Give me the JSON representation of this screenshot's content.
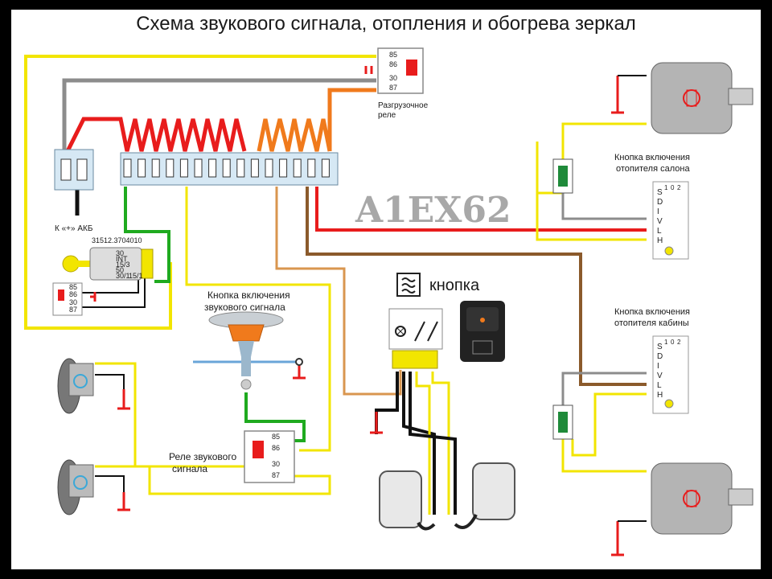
{
  "title": "Схема звукового сигнала, отопления и обогрева зеркал",
  "watermark": "A1EX62",
  "labels": {
    "unload_relay": [
      "Разгрузочное",
      "реле"
    ],
    "battery": "К «+» АКБ",
    "ignition_switch_code": "31512.3704010",
    "horn_button": [
      "Кнопка включения",
      "звукового сигнала"
    ],
    "horn_relay": [
      "Реле звукового",
      "сигнала"
    ],
    "button_word": "кнопка",
    "salon_heater_button": [
      "Кнопка включения",
      "отопителя салона"
    ],
    "cabin_heater_button": [
      "Кнопка включения",
      "отопителя кабины"
    ]
  },
  "relay_pins": {
    "p85": "85",
    "p86": "86",
    "p30": "30",
    "p87": "87"
  },
  "ignition_pins": [
    "30",
    "INT",
    "15/3",
    "50",
    "30/1",
    "15/1"
  ],
  "switch_pins": [
    "S",
    "D",
    "I",
    "V",
    "L",
    "H"
  ],
  "switch_top_pins": [
    "1",
    "0",
    "2"
  ],
  "colors": {
    "yellow": "#f2e500",
    "red": "#e81c1c",
    "orange": "#f07a1c",
    "green": "#1faa1f",
    "gray": "#8c8c8c",
    "brown": "#8b5a2b",
    "tan": "#d9964f",
    "black": "#111111"
  }
}
